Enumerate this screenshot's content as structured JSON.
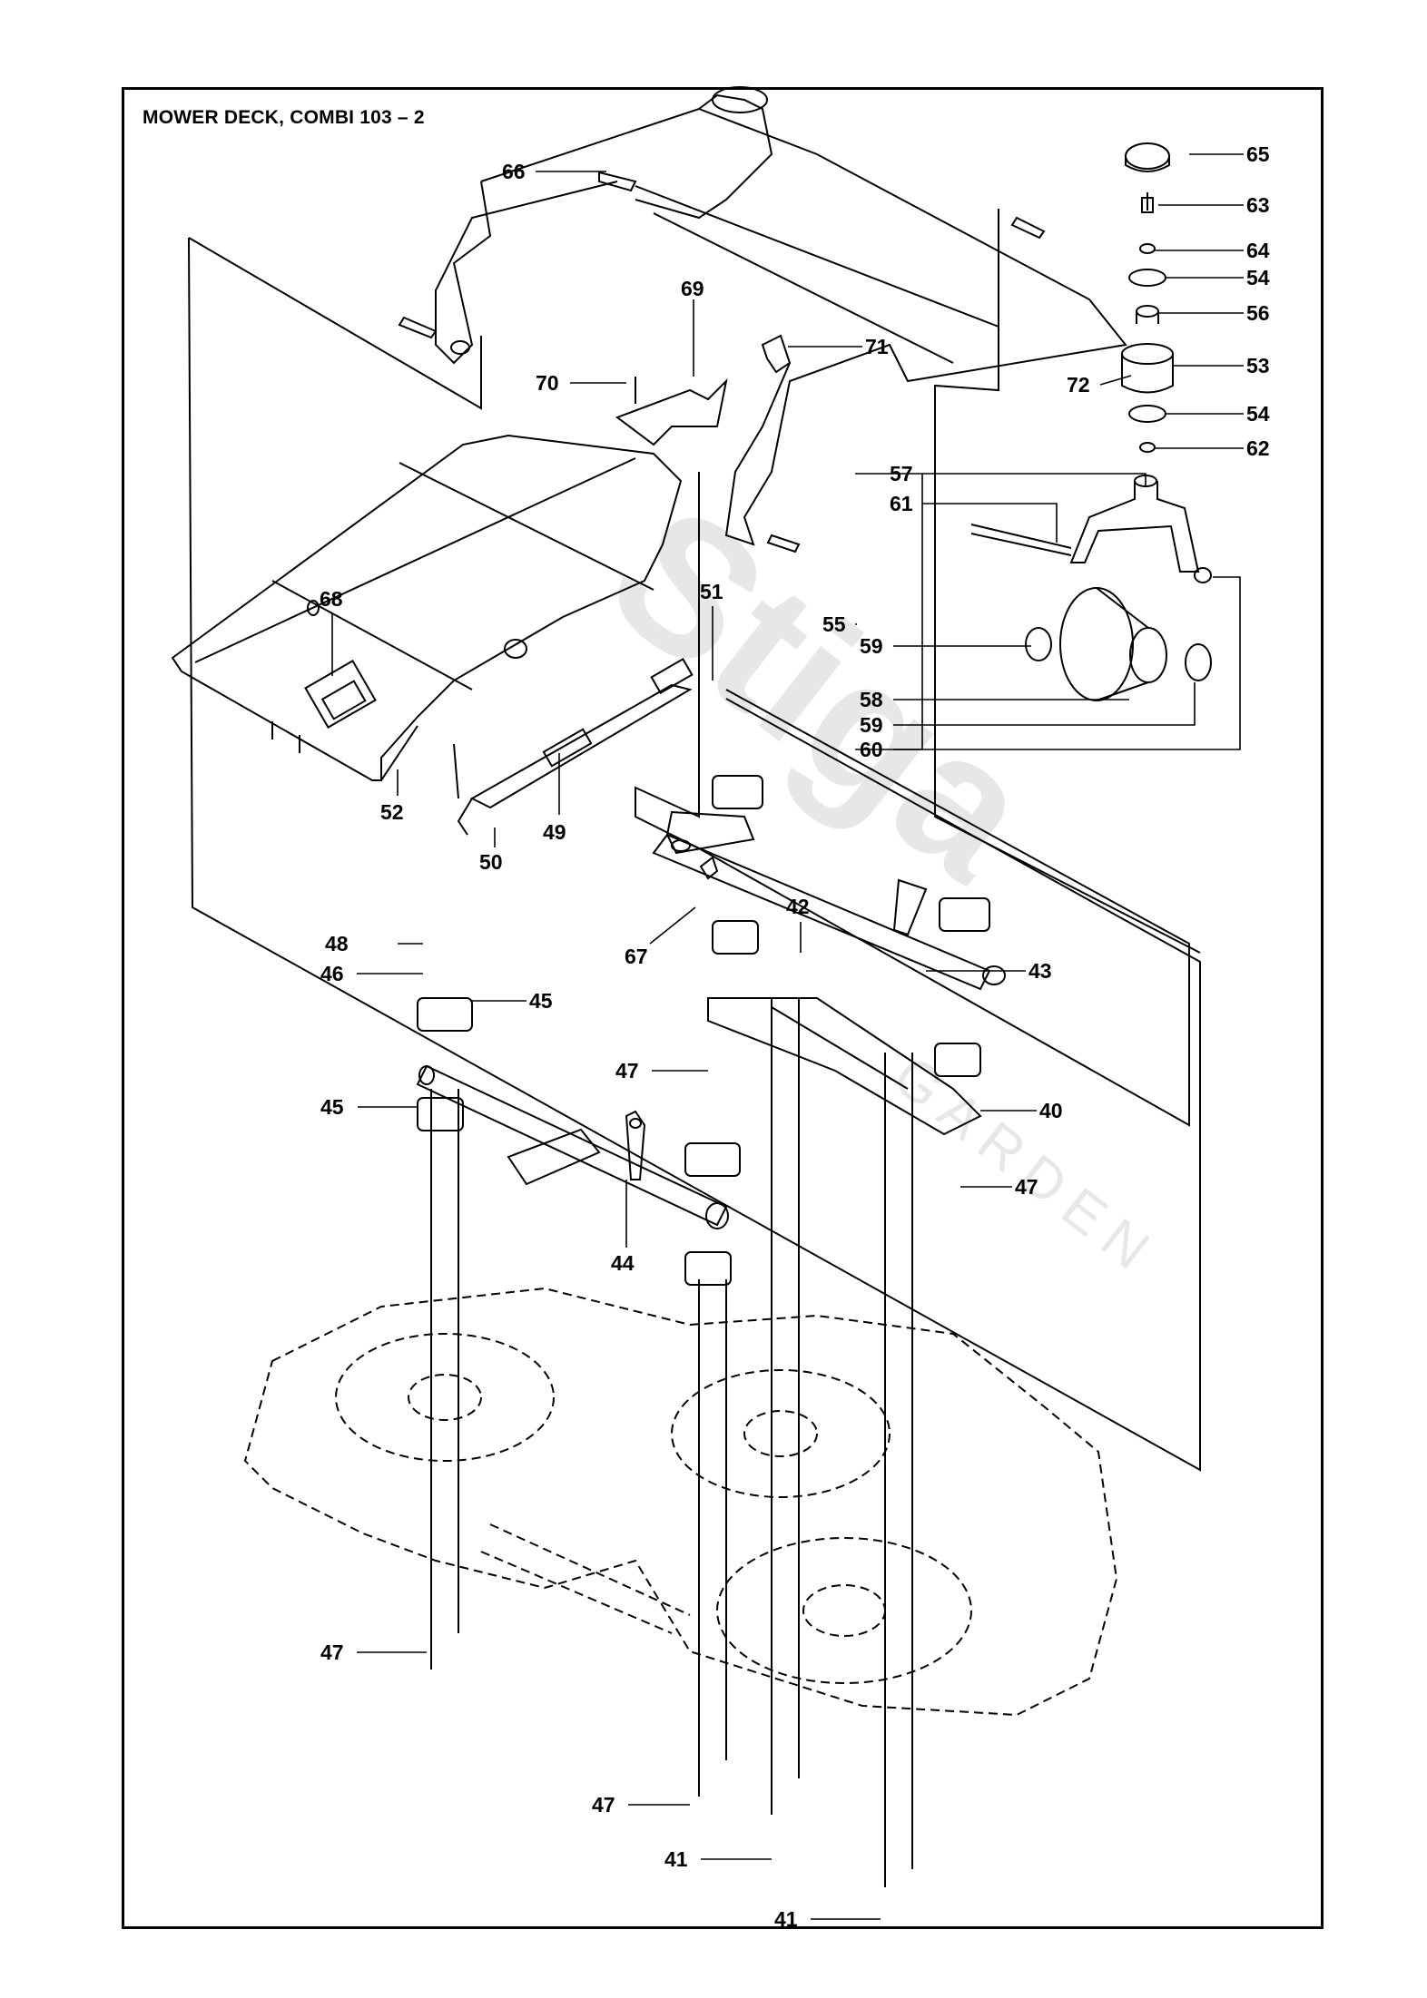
{
  "title": "MOWER DECK, COMBI 103 – 2",
  "watermark": {
    "brand": "Stiga",
    "subtitle": "GARDEN"
  },
  "callouts": [
    {
      "id": "c66",
      "text": "66"
    },
    {
      "id": "c65",
      "text": "65"
    },
    {
      "id": "c63",
      "text": "63"
    },
    {
      "id": "c64",
      "text": "64"
    },
    {
      "id": "c54a",
      "text": "54"
    },
    {
      "id": "c56",
      "text": "56"
    },
    {
      "id": "c53",
      "text": "53"
    },
    {
      "id": "c72",
      "text": "72"
    },
    {
      "id": "c54b",
      "text": "54"
    },
    {
      "id": "c62",
      "text": "62"
    },
    {
      "id": "c69",
      "text": "69"
    },
    {
      "id": "c71",
      "text": "71"
    },
    {
      "id": "c70",
      "text": "70"
    },
    {
      "id": "c57",
      "text": "57"
    },
    {
      "id": "c61",
      "text": "61"
    },
    {
      "id": "c55",
      "text": "55"
    },
    {
      "id": "c59a",
      "text": "59"
    },
    {
      "id": "c58",
      "text": "58"
    },
    {
      "id": "c59b",
      "text": "59"
    },
    {
      "id": "c60",
      "text": "60"
    },
    {
      "id": "c68",
      "text": "68"
    },
    {
      "id": "c51",
      "text": "51"
    },
    {
      "id": "c52",
      "text": "52"
    },
    {
      "id": "c50",
      "text": "50"
    },
    {
      "id": "c49",
      "text": "49"
    },
    {
      "id": "c67",
      "text": "67"
    },
    {
      "id": "c42",
      "text": "42"
    },
    {
      "id": "c43",
      "text": "43"
    },
    {
      "id": "c48",
      "text": "48"
    },
    {
      "id": "c46",
      "text": "46"
    },
    {
      "id": "c45a",
      "text": "45"
    },
    {
      "id": "c47a",
      "text": "47"
    },
    {
      "id": "c45b",
      "text": "45"
    },
    {
      "id": "c40",
      "text": "40"
    },
    {
      "id": "c47b",
      "text": "47"
    },
    {
      "id": "c44",
      "text": "44"
    },
    {
      "id": "c47c",
      "text": "47"
    },
    {
      "id": "c47d",
      "text": "47"
    },
    {
      "id": "c41a",
      "text": "41"
    },
    {
      "id": "c41b",
      "text": "41"
    }
  ]
}
